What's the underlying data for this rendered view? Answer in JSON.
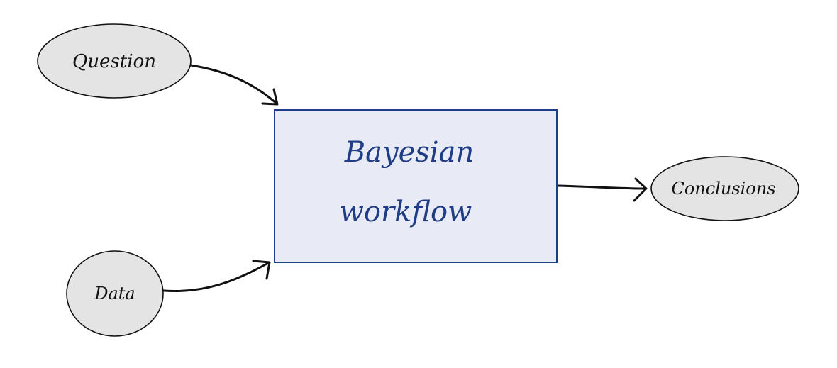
{
  "diagram": {
    "nodes": {
      "question": {
        "label": "Question"
      },
      "data": {
        "label": "Data"
      },
      "workflow": {
        "line1": "Bayesian",
        "line2": "workflow"
      },
      "conclusions": {
        "label": "Conclusions"
      }
    },
    "edges": [
      {
        "from": "question",
        "to": "workflow"
      },
      {
        "from": "data",
        "to": "workflow"
      },
      {
        "from": "workflow",
        "to": "conclusions"
      }
    ]
  },
  "colors": {
    "ellipse_fill": "#e4e4e4",
    "ellipse_stroke": "#111111",
    "box_fill": "#e8ebf5",
    "box_stroke": "#1f3c86",
    "box_text": "#1f3c86",
    "arrow": "#111111"
  }
}
